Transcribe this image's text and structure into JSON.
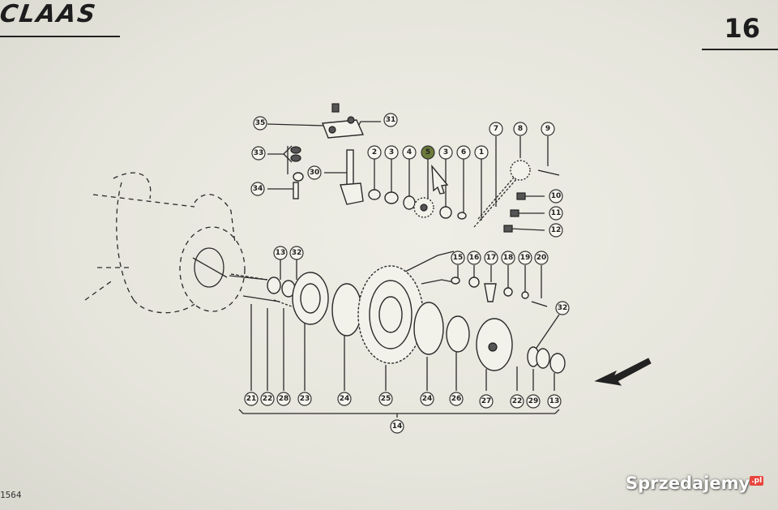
{
  "header": {
    "brand": "CLAAS",
    "page_number": "16"
  },
  "footer": {
    "drawing_code": "1564",
    "watermark": "Sprzedajemy",
    "watermark_tld": ".pl"
  },
  "callouts": [
    {
      "label": "35"
    },
    {
      "label": "31"
    },
    {
      "label": "33"
    },
    {
      "label": "30"
    },
    {
      "label": "34"
    },
    {
      "label": "2"
    },
    {
      "label": "3"
    },
    {
      "label": "4"
    },
    {
      "label": "5"
    },
    {
      "label": "3"
    },
    {
      "label": "6"
    },
    {
      "label": "1"
    },
    {
      "label": "7"
    },
    {
      "label": "8"
    },
    {
      "label": "9"
    },
    {
      "label": "10"
    },
    {
      "label": "11"
    },
    {
      "label": "12"
    },
    {
      "label": "13"
    },
    {
      "label": "32"
    },
    {
      "label": "15"
    },
    {
      "label": "16"
    },
    {
      "label": "17"
    },
    {
      "label": "18"
    },
    {
      "label": "19"
    },
    {
      "label": "20"
    },
    {
      "label": "32"
    },
    {
      "label": "21"
    },
    {
      "label": "22"
    },
    {
      "label": "28"
    },
    {
      "label": "23"
    },
    {
      "label": "24"
    },
    {
      "label": "25"
    },
    {
      "label": "24"
    },
    {
      "label": "26"
    },
    {
      "label": "27"
    },
    {
      "label": "22"
    },
    {
      "label": "29"
    },
    {
      "label": "13"
    },
    {
      "label": "14"
    }
  ]
}
